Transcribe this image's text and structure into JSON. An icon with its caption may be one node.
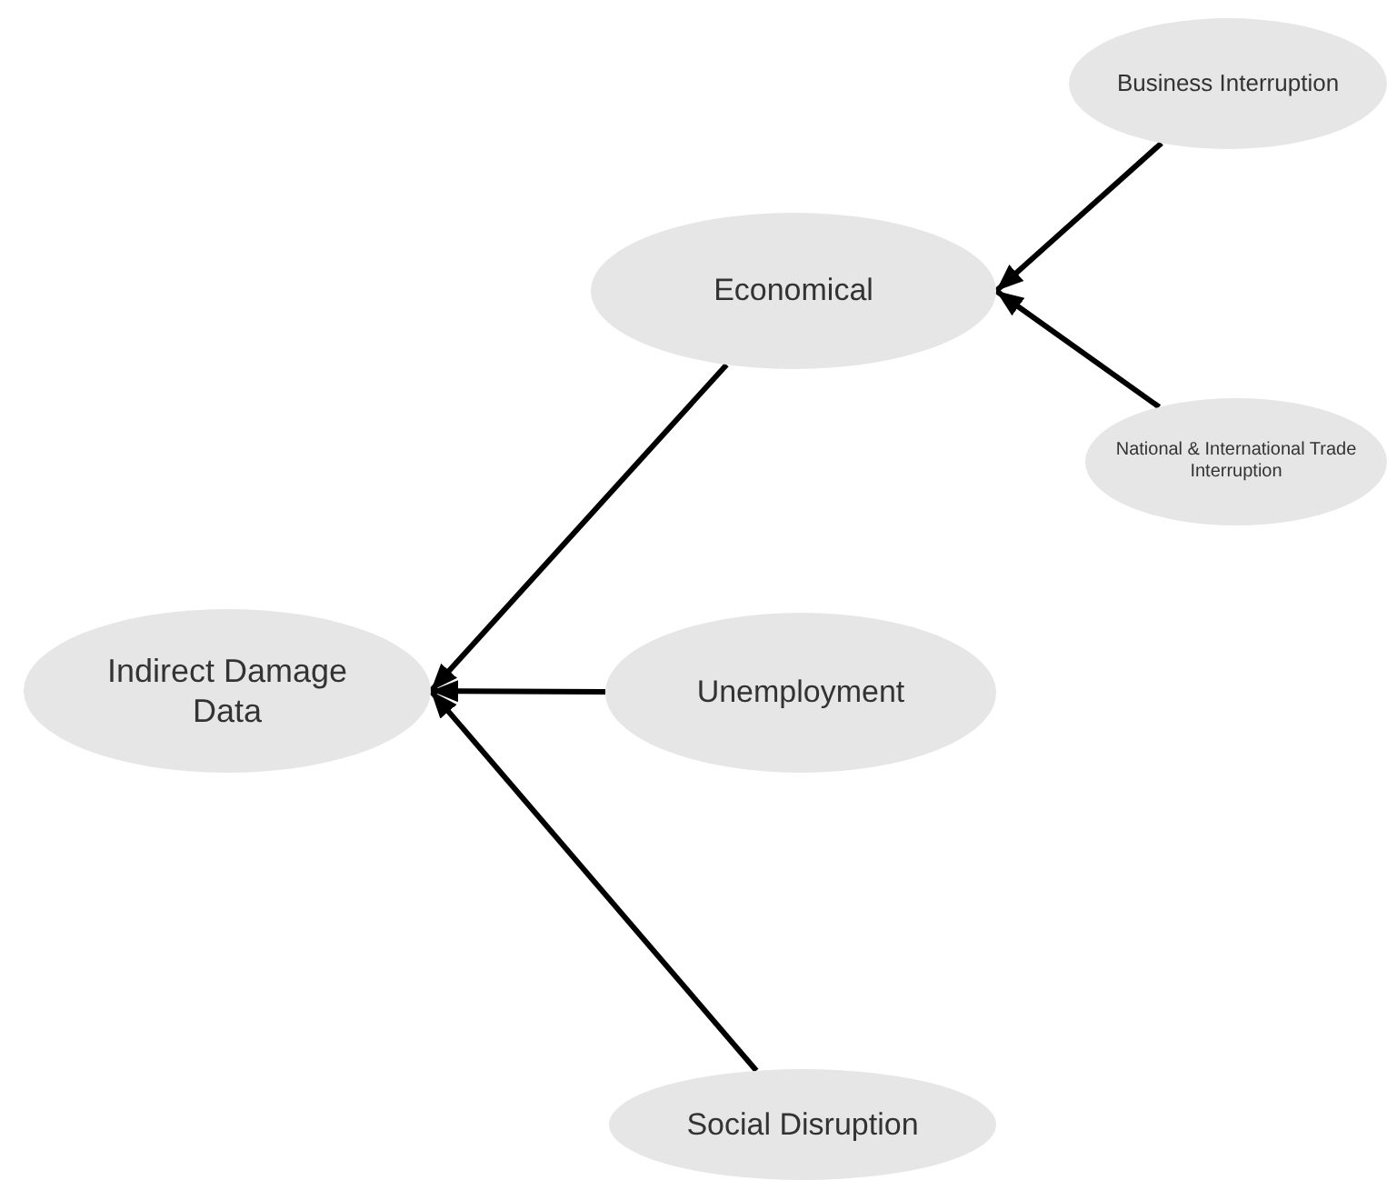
{
  "diagram": {
    "nodes": [
      {
        "text": [
          "Indirect Damage Data"
        ]
      },
      {
        "text": [
          "Economical"
        ]
      },
      {
        "text": [
          "Business Interruption"
        ]
      },
      {
        "text": [
          "National & International Trade Interruption"
        ]
      },
      {
        "text": [
          "Unemployment"
        ]
      },
      {
        "text": [
          "Social Disruption"
        ]
      }
    ],
    "edges": [
      {
        "from": 1,
        "to": 0,
        "arrow": "to"
      },
      {
        "from": 4,
        "to": 0,
        "arrow": "to"
      },
      {
        "from": 5,
        "to": 0,
        "arrow": "to"
      },
      {
        "from": 2,
        "to": 1,
        "arrow": "to"
      },
      {
        "from": 3,
        "to": 1,
        "arrow": "to"
      }
    ]
  }
}
